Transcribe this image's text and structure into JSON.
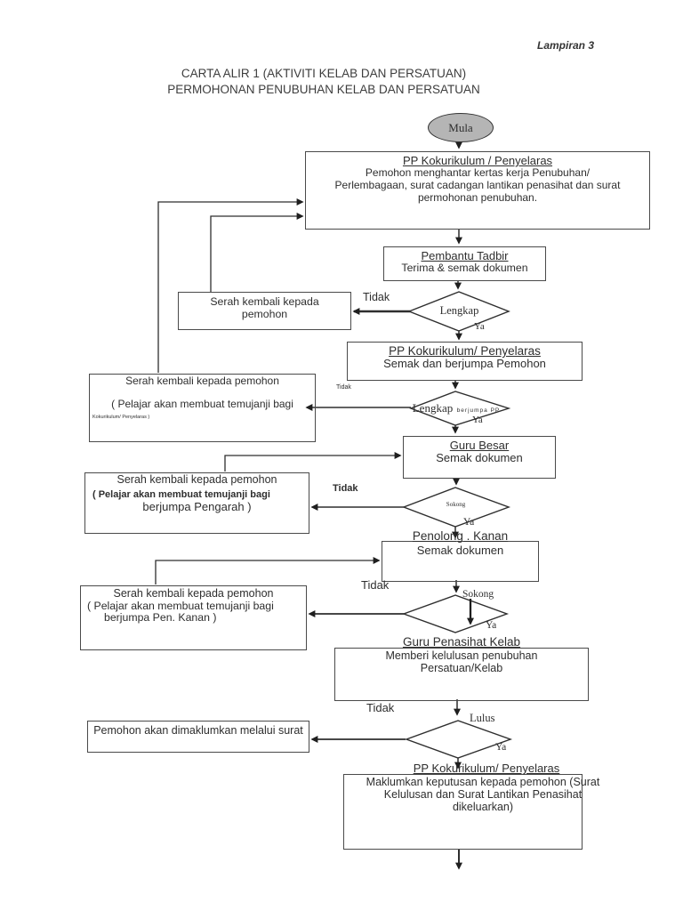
{
  "page": {
    "corner_note": "Lampiran 3",
    "title_line1": "CARTA ALIR 1 (AKTIVITI KELAB DAN PERSATUAN)",
    "title_line2": "PERMOHONAN PENUBUHAN KELAB DAN PERSATUAN"
  },
  "flow": {
    "start_label": "Mula",
    "boxes": {
      "b1": {
        "title": "PP Kokurikulum / Penyelaras",
        "body_lines": [
          "Pemohon menghantar kertas kerja Penubuhan/",
          "Perlembagaan, surat cadangan lantikan penasihat dan surat",
          "permohonan penubuhan."
        ]
      },
      "b2": {
        "title": "Pembantu Tadbir",
        "body": "Terima & semak dokumen"
      },
      "b3": {
        "title": "PP Kokurikulum/ Penyelaras",
        "body": "Semak dan berjumpa Pemohon"
      },
      "b4": {
        "title": "Guru Besar",
        "body": "Semak dokumen"
      },
      "b5": {
        "title": "Penolong . Kanan",
        "body": "Semak dokumen"
      },
      "b6": {
        "title": "Guru Penasihat Kelab",
        "body_lines": [
          "Memberi kelulusan penubuhan",
          "Persatuan/Kelab"
        ]
      },
      "b7": {
        "title": "PP Kokurikulum/ Penyelaras",
        "body_lines": [
          "Maklumkan keputusan kepada pemohon (Surat",
          "Kelulusan dan Surat Lantikan Penasihat",
          "dikeluarkan)"
        ]
      }
    },
    "returns": {
      "r1": {
        "line1": "Serah kembali kepada",
        "line2": "pemohon"
      },
      "r2": {
        "line1": "Serah kembali kepada pemohon",
        "line2": "( Pelajar akan membuat temujanji bagi",
        "line3": "Kokurikulum/ Penyelaras )"
      },
      "r3": {
        "line1": "Serah kembali kepada pemohon",
        "line2": "( Pelajar akan membuat temujanji bagi",
        "line3": "berjumpa Pengarah )"
      },
      "r4": {
        "line1": "Serah kembali kepada pemohon",
        "line2": "( Pelajar akan membuat temujanji bagi",
        "line3": "berjumpa Pen. Kanan )"
      },
      "r5": {
        "line1": "Pemohon akan dimaklumkan melalui surat"
      }
    },
    "decisions": {
      "d1": {
        "label": "Lengkap",
        "no": "Tidak",
        "yes": "Ya"
      },
      "d2": {
        "label": "Lengkap",
        "sublabel": "berjumpa PP",
        "no": "Tidak",
        "yes": "Ya"
      },
      "d3": {
        "label": "Sokong",
        "no": "Tidak",
        "yes": "Ya"
      },
      "d4": {
        "label": "Sokong",
        "no": "Tidak",
        "yes": "Ya"
      },
      "d5": {
        "label": "Lulus",
        "no": "Tidak",
        "yes": "Ya"
      }
    }
  }
}
